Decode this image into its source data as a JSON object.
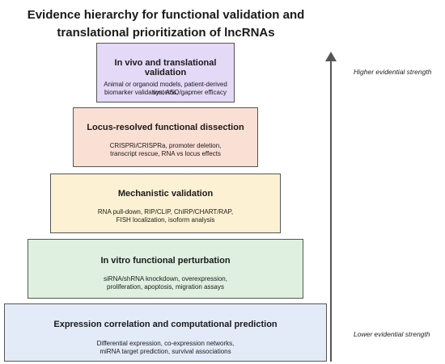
{
  "title": {
    "line1": "Evidence hierarchy for functional validation and",
    "line2": "translational prioritization of lncRNAs"
  },
  "tiers": [
    {
      "heading": "In vivo and translational validation",
      "desc_line1": "Animal or organoid models, patient-derived systems,",
      "desc_line2": "biomarker validation, ASO/gapmer efficacy",
      "fill": "#e4d9f7"
    },
    {
      "heading": "Locus-resolved functional dissection",
      "desc_line1": "CRISPRi/CRISPRa, promoter deletion,",
      "desc_line2": "transcript rescue, RNA vs locus effects",
      "fill": "#fadfd5"
    },
    {
      "heading": "Mechanistic validation",
      "desc_line1": "RNA pull-down, RIP/CLIP, ChIRP/CHART/RAP,",
      "desc_line2": "FISH localization, isoform analysis",
      "fill": "#fdf1d4"
    },
    {
      "heading": "In vitro functional perturbation",
      "desc_line1": "siRNA/shRNA knockdown, overexpression,",
      "desc_line2": "proliferation, apoptosis, migration assays",
      "fill": "#dff0e0"
    },
    {
      "heading": "Expression correlation and computational prediction",
      "desc_line1": "Differential expression, co-expression networks,",
      "desc_line2": "miRNA target prediction, survival associations",
      "fill": "#e3ebf8"
    }
  ],
  "axis": {
    "top_label": "Higher evidential strength",
    "bottom_label": "Lower evidential strength"
  }
}
